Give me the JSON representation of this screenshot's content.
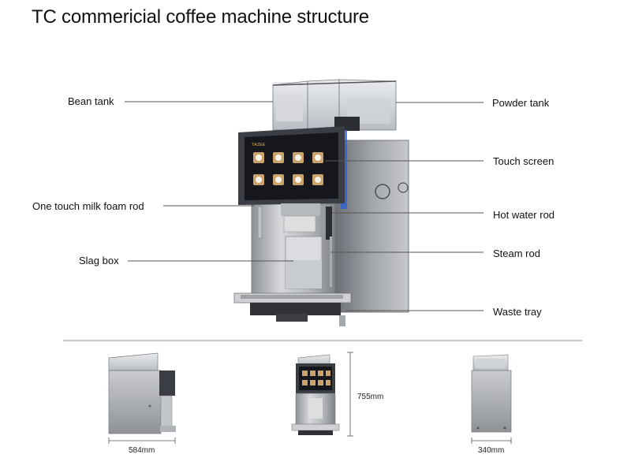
{
  "title": "TC commericial coffee machine structure",
  "labels": {
    "bean_tank": "Bean tank",
    "powder_tank": "Powder tank",
    "touch_screen": "Touch screen",
    "milk_foam_rod": "One touch milk foam rod",
    "hot_water_rod": "Hot water rod",
    "slag_box": "Slag box",
    "steam_rod": "Steam rod",
    "waste_tray": "Waste tray"
  },
  "dimensions": {
    "depth": "584mm",
    "height": "755mm",
    "width": "340mm"
  },
  "screen_brand": "TAZEE",
  "colors": {
    "steel": "#b9bcc0",
    "dark_panel": "#3a3d44",
    "screen_bg": "#15171c",
    "accent_blue": "#2d62d6",
    "line": "#555555"
  }
}
